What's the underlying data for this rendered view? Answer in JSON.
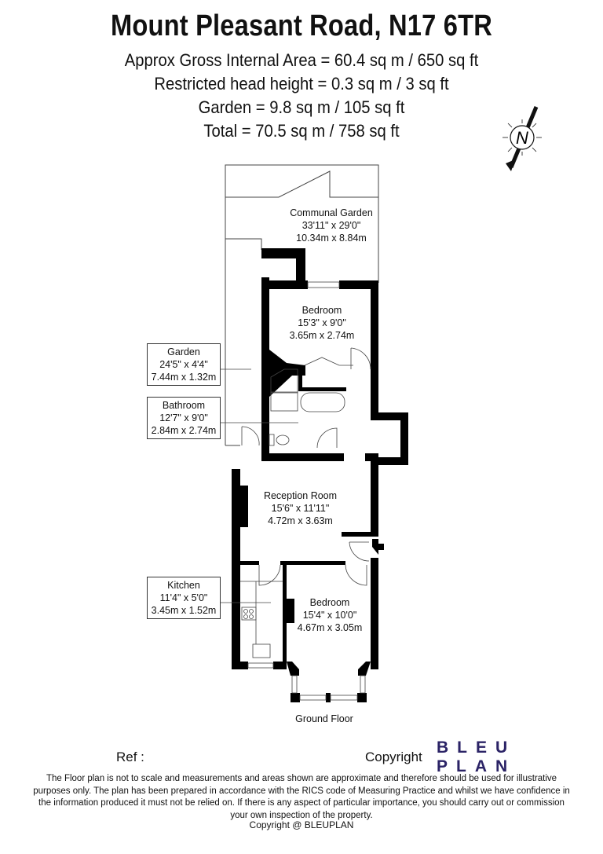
{
  "header": {
    "title": "Mount Pleasant Road, N17 6TR",
    "areas": [
      "Approx Gross Internal Area = 60.4 sq m / 650 sq ft",
      "Restricted head height = 0.3 sq m / 3 sq ft",
      "Garden = 9.8 sq m / 105 sq ft",
      "Total = 70.5 sq m / 758 sq ft"
    ]
  },
  "compass": {
    "label": "N",
    "icon": "north-arrow-icon"
  },
  "rooms": {
    "communal_garden": {
      "name": "Communal Garden",
      "imperial": "33'11\" x 29'0\"",
      "metric": "10.34m x 8.84m"
    },
    "bedroom_rear": {
      "name": "Bedroom",
      "imperial": "15'3\" x 9'0\"",
      "metric": "3.65m x 2.74m"
    },
    "garden": {
      "name": "Garden",
      "imperial": "24'5\" x 4'4\"",
      "metric": "7.44m x 1.32m"
    },
    "bathroom": {
      "name": "Bathroom",
      "imperial": "12'7\" x 9'0\"",
      "metric": "2.84m x 2.74m"
    },
    "reception": {
      "name": "Reception Room",
      "imperial": "15'6\" x 11'11\"",
      "metric": "4.72m x 3.63m"
    },
    "kitchen": {
      "name": "Kitchen",
      "imperial": "11'4\" x 5'0\"",
      "metric": "3.45m x 1.52m"
    },
    "bedroom_front": {
      "name": "Bedroom",
      "imperial": "15'4\" x 10'0\"",
      "metric": "4.67m x 3.05m"
    }
  },
  "floor_label": "Ground Floor",
  "footer": {
    "ref_label": "Ref :",
    "copyright_label": "Copyright",
    "logo_line1": "BLEU",
    "logo_line2": "PLAN",
    "logo_color": "#2b2366",
    "disclaimer": "The Floor plan is not to scale and measurements and areas shown are approximate and therefore should be used for illustrative purposes only. The plan has been prepared in accordance with the RICS code of Measuring Practice and whilst we have confidence in the information produced it must not be relied on. If there is any aspect of particular importance, you should carry out or commission your own inspection of the property.",
    "copyright_line": "Copyright @ BLEUPLAN"
  }
}
